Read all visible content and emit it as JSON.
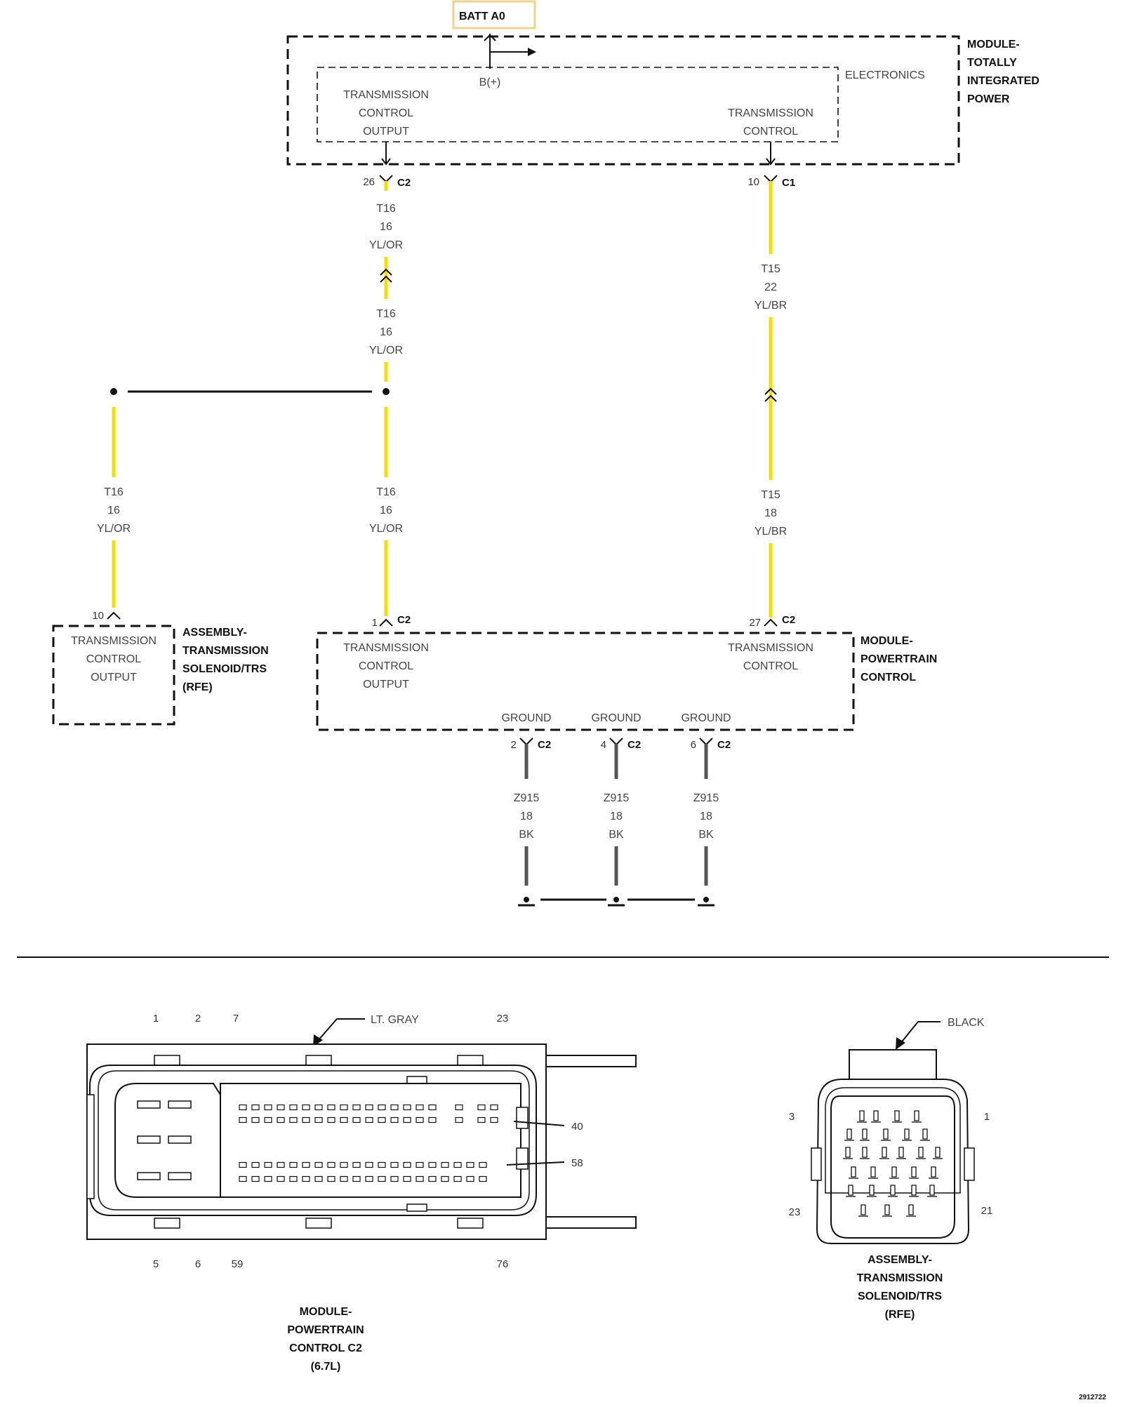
{
  "batt": "BATT A0",
  "tipm": {
    "title": [
      "MODULE-",
      "TOTALLY",
      "INTEGRATED",
      "POWER"
    ],
    "electronics": "ELECTRONICS",
    "bplus": "B(+)",
    "left_block": [
      "TRANSMISSION",
      "CONTROL",
      "OUTPUT"
    ],
    "right_block": [
      "TRANSMISSION",
      "CONTROL"
    ]
  },
  "tipm_pins": {
    "left_pin": "26",
    "left_conn": "C2",
    "right_pin": "10",
    "right_conn": "C1"
  },
  "wires": {
    "w1": [
      "T16",
      "16",
      "YL/OR"
    ],
    "w2": [
      "T16",
      "16",
      "YL/OR"
    ],
    "w3": [
      "T16",
      "16",
      "YL/OR"
    ],
    "w4": [
      "T16",
      "16",
      "YL/OR"
    ],
    "w5": [
      "T15",
      "22",
      "YL/BR"
    ],
    "w6": [
      "T15",
      "18",
      "YL/BR"
    ],
    "g1": [
      "Z915",
      "18",
      "BK"
    ],
    "g2": [
      "Z915",
      "18",
      "BK"
    ],
    "g3": [
      "Z915",
      "18",
      "BK"
    ]
  },
  "solenoid": {
    "pin": "10",
    "block": [
      "TRANSMISSION",
      "CONTROL",
      "OUTPUT"
    ],
    "title": [
      "ASSEMBLY-",
      "TRANSMISSION",
      "SOLENOID/TRS",
      "(RFE)"
    ]
  },
  "pcm": {
    "left_pin": "1",
    "left_conn": "C2",
    "right_pin": "27",
    "right_conn": "C2",
    "left_block": [
      "TRANSMISSION",
      "CONTROL",
      "OUTPUT"
    ],
    "right_block": [
      "TRANSMISSION",
      "CONTROL"
    ],
    "title": [
      "MODULE-",
      "POWERTRAIN",
      "CONTROL"
    ],
    "grounds": [
      {
        "label": "GROUND",
        "pin": "2",
        "conn": "C2"
      },
      {
        "label": "GROUND",
        "pin": "4",
        "conn": "C2"
      },
      {
        "label": "GROUND",
        "pin": "6",
        "conn": "C2"
      }
    ]
  },
  "pcm_connector": {
    "color_label": "LT. GRAY",
    "top_pins": [
      "1",
      "2",
      "7",
      "23"
    ],
    "bottom_pins": [
      "5",
      "6",
      "59",
      "76"
    ],
    "callout_a": "40",
    "callout_b": "58",
    "title": [
      "MODULE-",
      "POWERTRAIN",
      "CONTROL C2",
      "(6.7L)"
    ]
  },
  "sol_connector": {
    "color_label": "BLACK",
    "pins": [
      "3",
      "1",
      "23",
      "21"
    ],
    "title": [
      "ASSEMBLY-",
      "TRANSMISSION",
      "SOLENOID/TRS",
      "(RFE)"
    ]
  },
  "figure_id": "2912722"
}
